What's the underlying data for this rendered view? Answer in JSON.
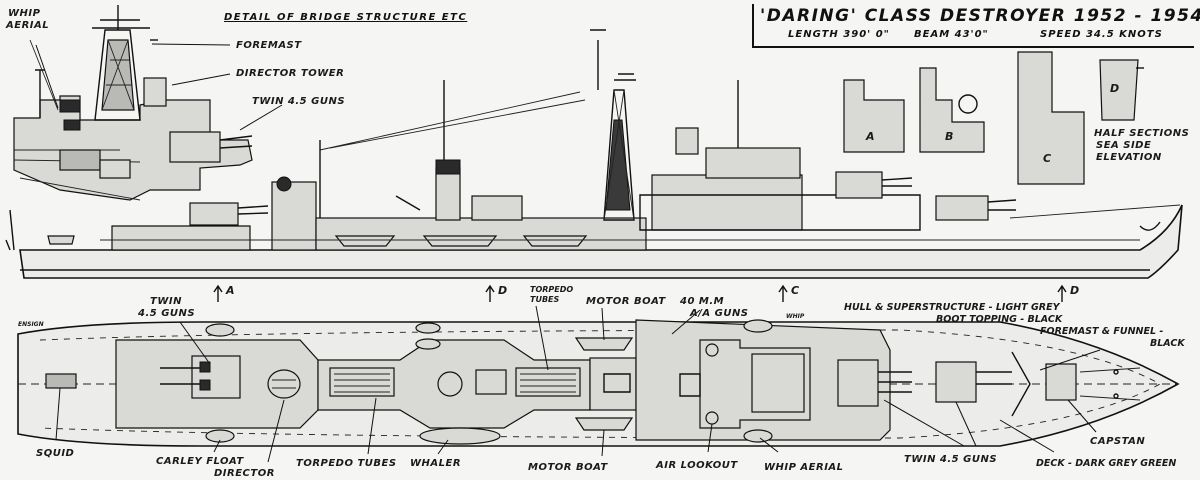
{
  "title": {
    "main": "'DARING' CLASS DESTROYER  1952 - 1954",
    "length": "LENGTH 390' 0\"",
    "beam": "BEAM 43'0\"",
    "speed": "SPEED 34.5 KNOTS"
  },
  "detail_title": "DETAIL OF BRIDGE STRUCTURE ETC",
  "detail_labels": {
    "whip_aerial": [
      "WHIP",
      "AERIAL"
    ],
    "foremast": "FOREMAST",
    "director_tower": "DIRECTOR TOWER",
    "twin_guns": "TWIN 4.5 GUNS"
  },
  "half_sections": {
    "labels": [
      "A",
      "B",
      "C",
      "D"
    ],
    "caption": [
      "HALF SECTIONS",
      "SEA SIDE",
      "ELEVATION"
    ]
  },
  "section_markers": [
    {
      "letter": "A"
    },
    {
      "letter": "D"
    },
    {
      "letter": "C"
    },
    {
      "letter": "D"
    }
  ],
  "plan_labels": {
    "twin_guns_aft": [
      "TWIN",
      "4.5 GUNS"
    ],
    "torpedo_tubes_top": [
      "TORPEDO",
      "TUBES"
    ],
    "motor_boat_top": "MOTOR BOAT",
    "aa_guns": [
      "40 M.M",
      "A/A GUNS"
    ],
    "ensign": "ENSIGN",
    "whip_small": "WHIP",
    "squid": "SQUID",
    "carley_float": "CARLEY FLOAT",
    "director": "DIRECTOR",
    "torpedo_tubes_bottom": "TORPEDO TUBES",
    "whaler": "WHALER",
    "motor_boat_bottom": "MOTOR BOAT",
    "air_lookout": "AIR LOOKOUT",
    "whip_aerial": "WHIP AERIAL",
    "twin_guns_fwd": "TWIN 4.5 GUNS",
    "capstan": "CAPSTAN"
  },
  "color_notes": {
    "hull": "HULL & SUPERSTRUCTURE - LIGHT GREY",
    "boot": "BOOT TOPPING - BLACK",
    "foremast": "FOREMAST & FUNNEL -",
    "black": "BLACK",
    "deck": "DECK - DARK GREY GREEN"
  }
}
